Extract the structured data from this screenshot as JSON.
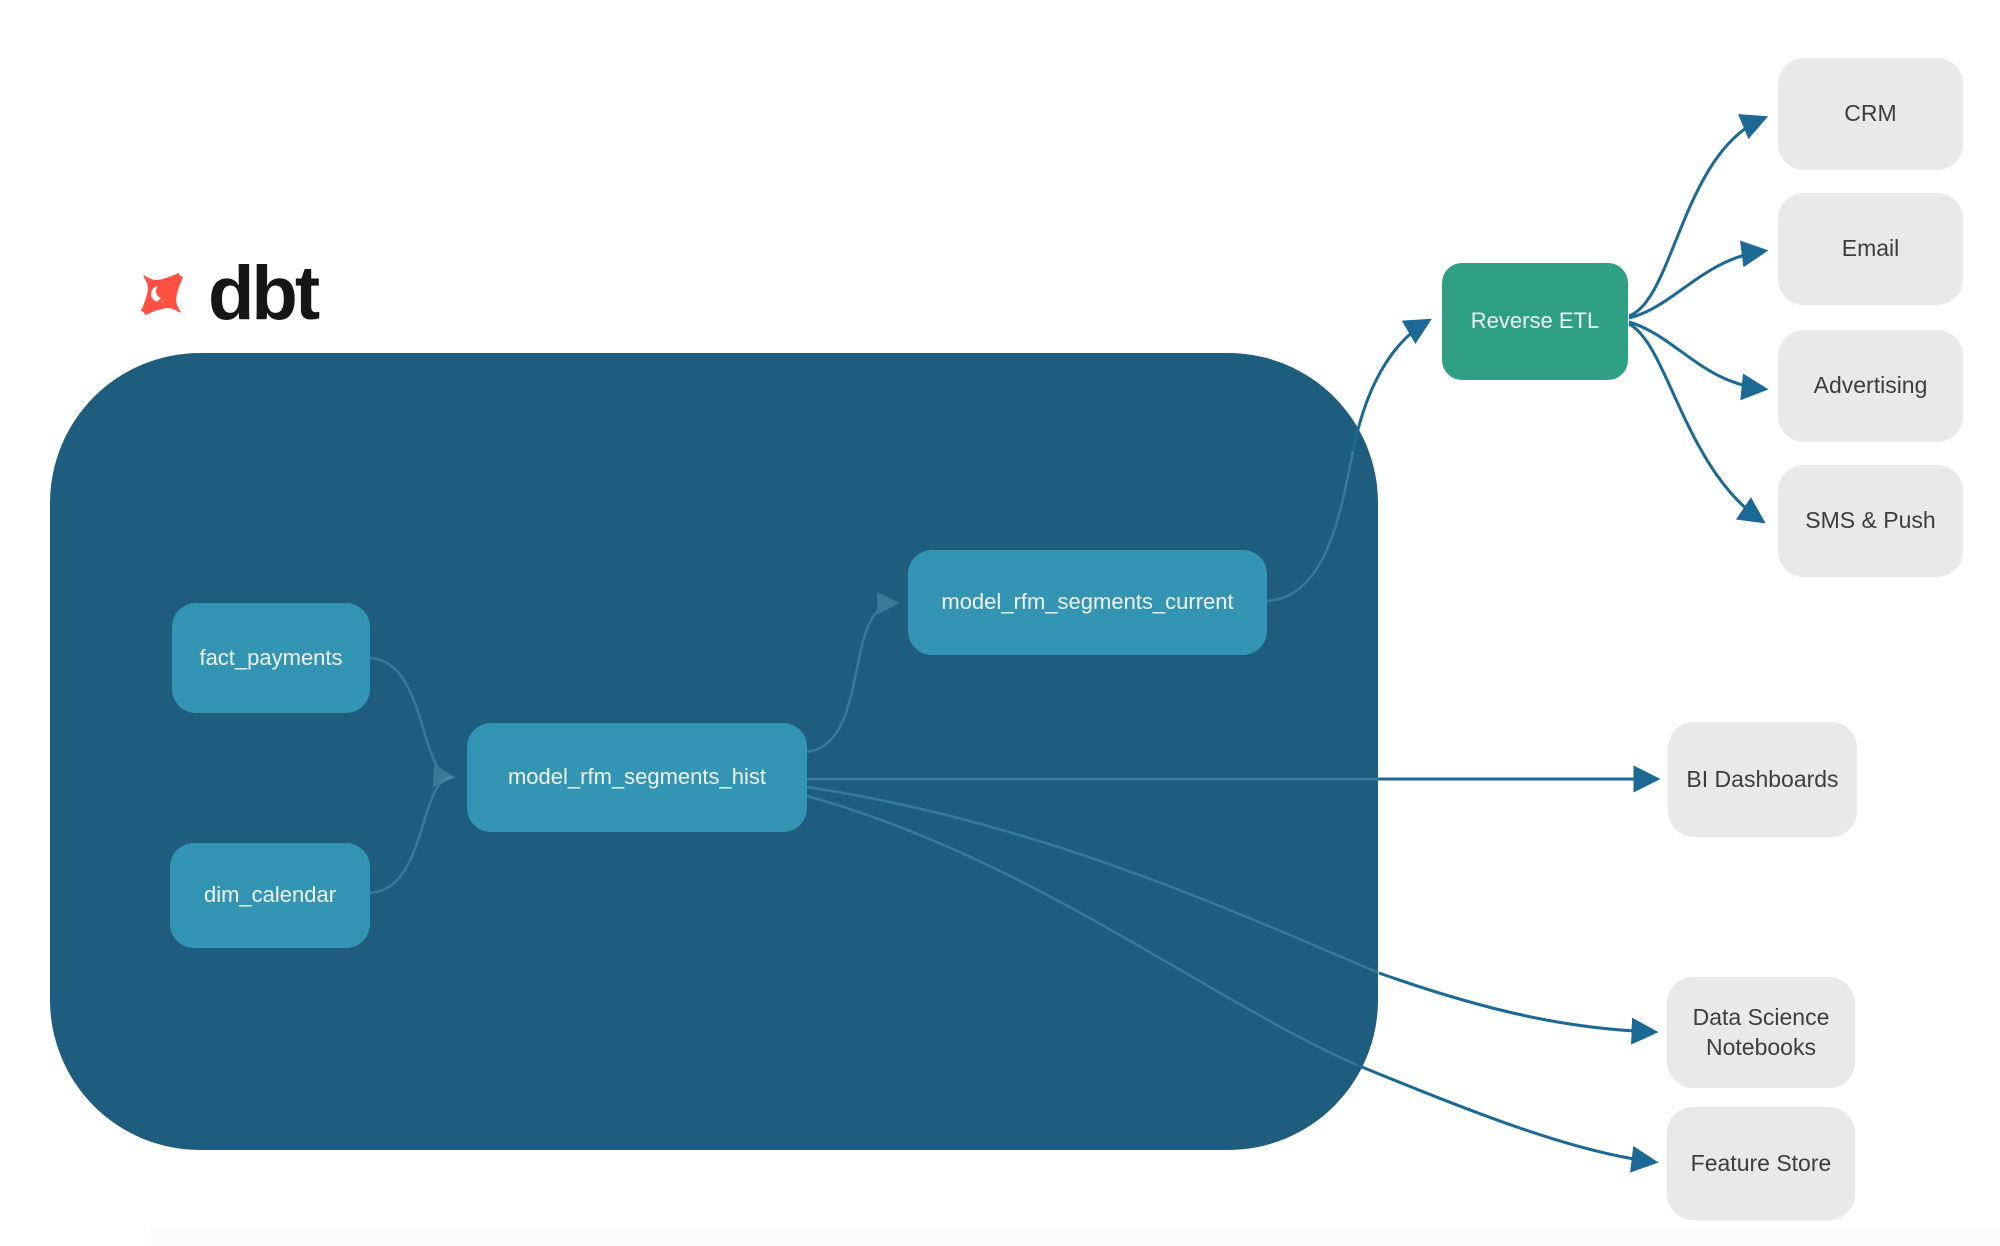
{
  "logo": {
    "text": "dbt"
  },
  "diagram": {
    "models": [
      {
        "label": "fact_payments"
      },
      {
        "label": "dim_calendar"
      },
      {
        "label": "model_rfm_segments_hist"
      },
      {
        "label": "model_rfm_segments_current"
      }
    ],
    "reverse_etl": {
      "label": "Reverse ETL"
    },
    "activation_targets": [
      {
        "label": "CRM"
      },
      {
        "label": "Email"
      },
      {
        "label": "Advertising"
      },
      {
        "label": "SMS & Push"
      }
    ],
    "analytics_targets": [
      {
        "label": "BI Dashboards"
      },
      {
        "label": "Data Science Notebooks"
      },
      {
        "label": "Feature Store"
      }
    ]
  },
  "colors": {
    "container": "#1e5d7e",
    "model_node": "#3494b4",
    "reverse_etl": "#2fa083",
    "target_node": "#e9e9e9",
    "edge": "#1b6994",
    "edge_inner": "#4f93ae",
    "brand": "#ff5043"
  }
}
